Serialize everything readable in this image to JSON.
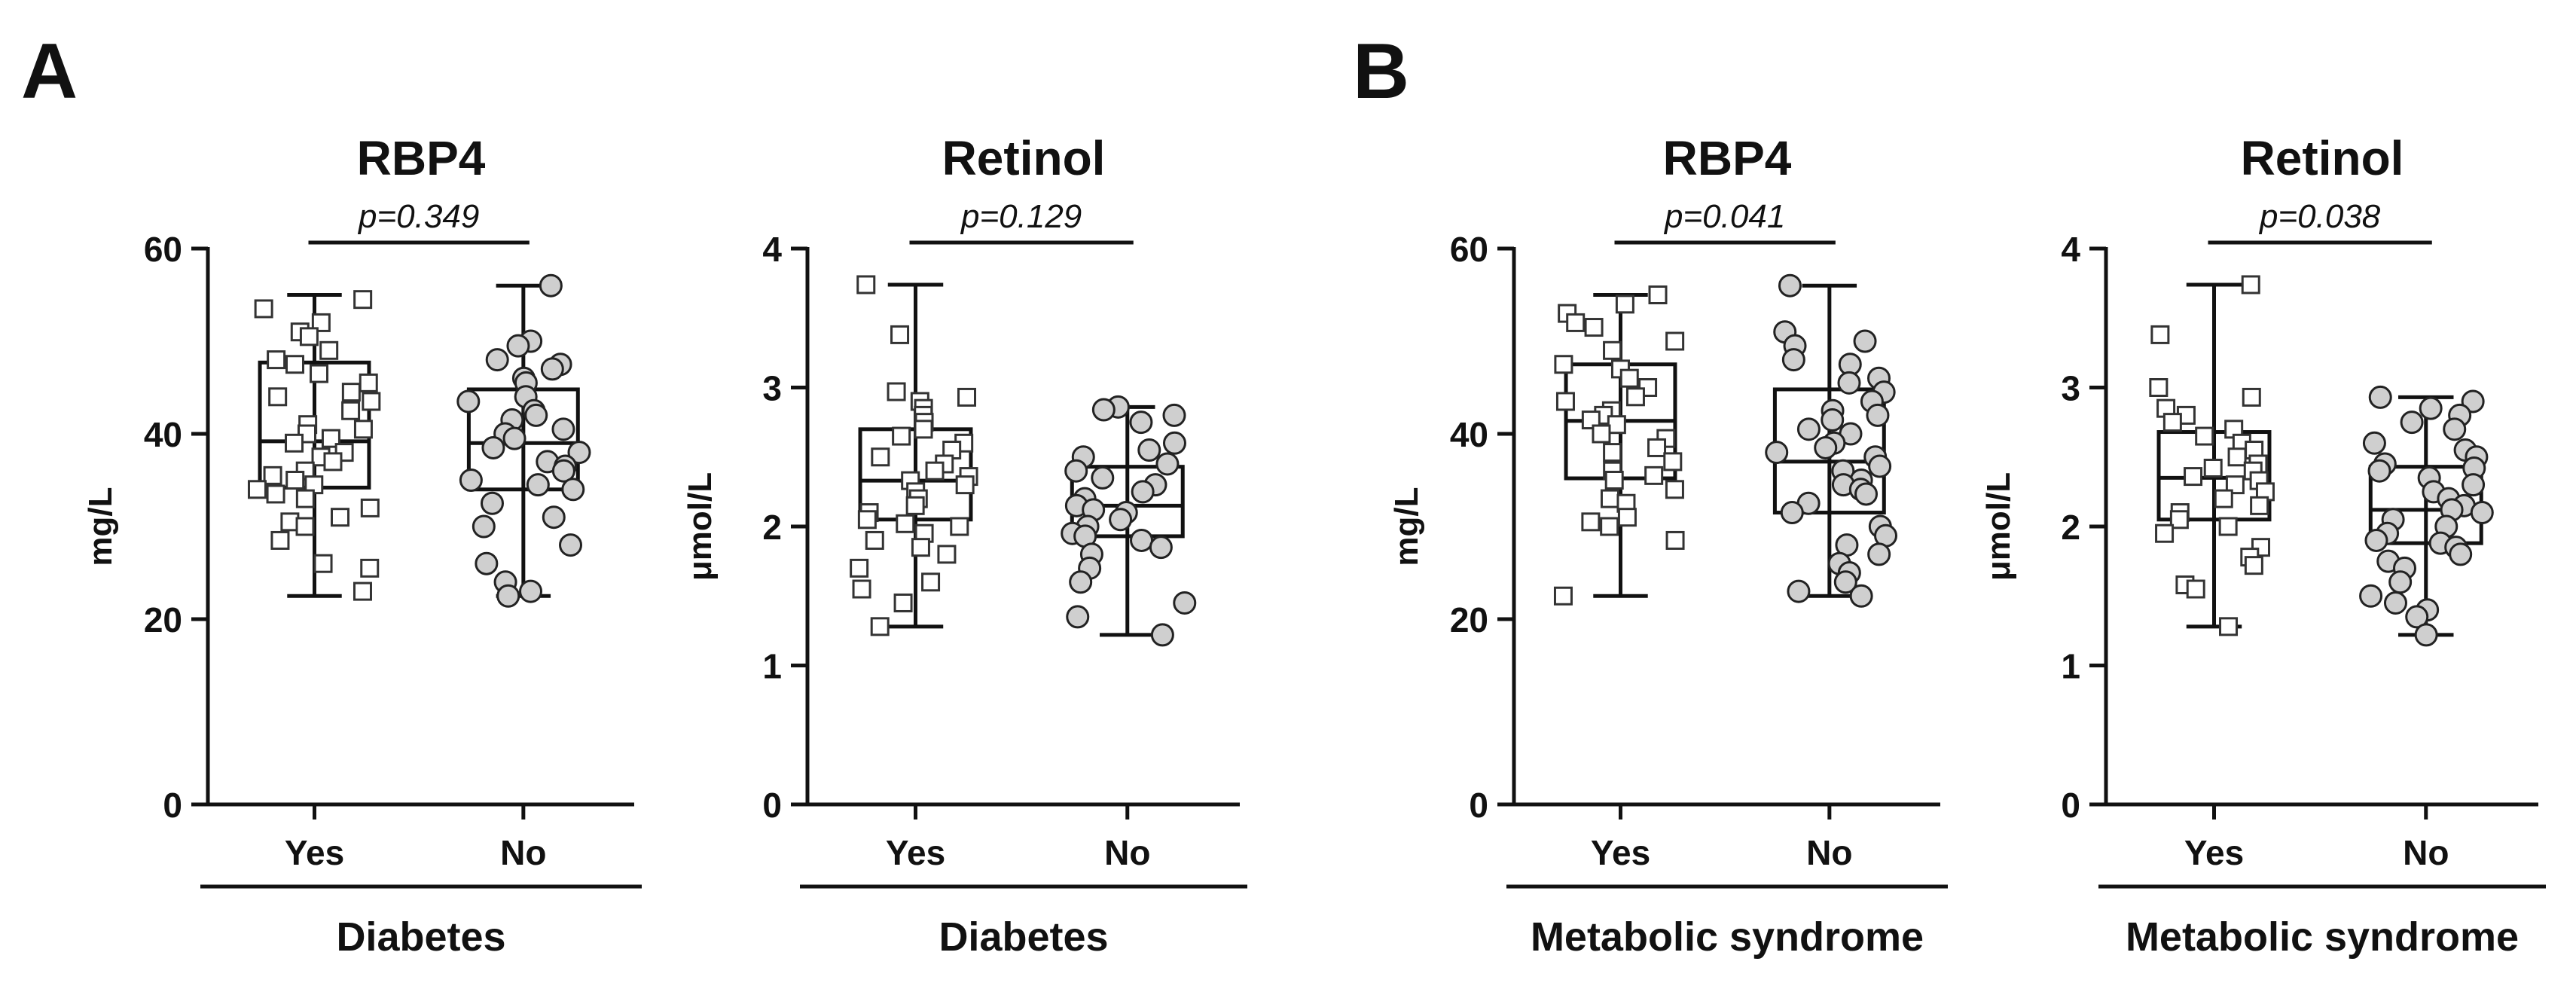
{
  "panels": [
    "A",
    "B"
  ],
  "chart_data": [
    {
      "type": "box",
      "panel": "A",
      "title": "RBP4",
      "ylabel": "mg/L",
      "xlabel": "Diabetes",
      "ylim": [
        0,
        60
      ],
      "yticks": [
        0,
        20,
        40,
        60
      ],
      "categories": [
        "Yes",
        "No"
      ],
      "p_value": "p=0.349",
      "boxes": [
        {
          "category": "Yes",
          "min": 22.5,
          "q1": 34.2,
          "median": 39.2,
          "q3": 47.7,
          "max": 55.0,
          "marker": "open-square",
          "points": [
            54.5,
            53.5,
            52.0,
            51.0,
            50.5,
            49.0,
            48.0,
            47.5,
            46.5,
            45.5,
            44.5,
            44.0,
            43.5,
            42.5,
            41.0,
            40.5,
            40.0,
            39.5,
            39.0,
            38.0,
            37.5,
            37.0,
            36.0,
            35.5,
            35.0,
            34.5,
            34.0,
            33.5,
            33.0,
            32.0,
            31.0,
            30.5,
            30.0,
            28.5,
            26.0,
            25.5,
            23.0
          ]
        },
        {
          "category": "No",
          "min": 22.5,
          "q1": 34.0,
          "median": 39.0,
          "q3": 44.8,
          "max": 56.0,
          "marker": "filled-circle",
          "points": [
            56.0,
            50.0,
            49.5,
            48.0,
            47.5,
            47.0,
            46.0,
            45.5,
            44.0,
            43.5,
            42.5,
            42.0,
            41.5,
            40.5,
            40.0,
            39.5,
            38.5,
            38.0,
            37.0,
            36.5,
            36.0,
            35.0,
            34.5,
            34.0,
            32.5,
            31.0,
            30.0,
            28.0,
            26.0,
            24.0,
            23.0,
            22.5
          ]
        }
      ]
    },
    {
      "type": "box",
      "panel": "A",
      "title": "Retinol",
      "ylabel": "μmol/L",
      "xlabel": "Diabetes",
      "ylim": [
        0,
        4
      ],
      "yticks": [
        0,
        1,
        2,
        3,
        4
      ],
      "categories": [
        "Yes",
        "No"
      ],
      "p_value": "p=0.129",
      "boxes": [
        {
          "category": "Yes",
          "min": 1.28,
          "q1": 2.05,
          "median": 2.33,
          "q3": 2.7,
          "max": 3.74,
          "marker": "open-square",
          "points": [
            3.74,
            3.38,
            2.97,
            2.93,
            2.9,
            2.85,
            2.8,
            2.75,
            2.7,
            2.65,
            2.6,
            2.55,
            2.5,
            2.45,
            2.4,
            2.36,
            2.33,
            2.3,
            2.25,
            2.2,
            2.15,
            2.1,
            2.05,
            2.02,
            2.0,
            1.95,
            1.9,
            1.85,
            1.8,
            1.7,
            1.6,
            1.55,
            1.45,
            1.28
          ]
        },
        {
          "category": "No",
          "min": 1.22,
          "q1": 1.93,
          "median": 2.15,
          "q3": 2.43,
          "max": 2.86,
          "marker": "filled-circle",
          "points": [
            2.86,
            2.84,
            2.8,
            2.75,
            2.6,
            2.55,
            2.5,
            2.45,
            2.4,
            2.35,
            2.3,
            2.25,
            2.2,
            2.15,
            2.12,
            2.1,
            2.05,
            2.0,
            1.95,
            1.93,
            1.9,
            1.85,
            1.8,
            1.7,
            1.6,
            1.45,
            1.35,
            1.22
          ]
        }
      ]
    },
    {
      "type": "box",
      "panel": "B",
      "title": "RBP4",
      "ylabel": "mg/L",
      "xlabel": "Metabolic syndrome",
      "ylim": [
        0,
        60
      ],
      "yticks": [
        0,
        20,
        40,
        60
      ],
      "categories": [
        "Yes",
        "No"
      ],
      "p_value": "p=0.041",
      "boxes": [
        {
          "category": "Yes",
          "min": 22.5,
          "q1": 35.2,
          "median": 41.4,
          "q3": 47.5,
          "max": 55.0,
          "marker": "open-square",
          "points": [
            55.0,
            54.0,
            53.0,
            52.0,
            51.5,
            50.0,
            49.0,
            47.5,
            47.0,
            46.0,
            45.0,
            44.0,
            43.5,
            42.5,
            42.0,
            41.5,
            41.0,
            40.0,
            39.5,
            38.5,
            38.0,
            37.0,
            36.0,
            35.5,
            35.0,
            34.0,
            33.0,
            32.5,
            31.0,
            30.5,
            30.0,
            28.5,
            22.5
          ]
        },
        {
          "category": "No",
          "min": 22.5,
          "q1": 31.5,
          "median": 37.0,
          "q3": 44.8,
          "max": 56.0,
          "marker": "filled-circle",
          "points": [
            56.0,
            51.0,
            50.0,
            49.5,
            48.0,
            47.5,
            46.0,
            45.5,
            44.5,
            43.5,
            42.5,
            42.0,
            41.5,
            40.5,
            40.0,
            39.0,
            38.5,
            38.0,
            37.5,
            36.5,
            36.0,
            35.0,
            34.5,
            34.0,
            33.5,
            32.5,
            31.5,
            30.0,
            29.0,
            28.0,
            27.0,
            26.0,
            25.0,
            24.0,
            23.0,
            22.5
          ]
        }
      ]
    },
    {
      "type": "box",
      "panel": "B",
      "title": "Retinol",
      "ylabel": "μmol/L",
      "xlabel": "Metabolic syndrome",
      "ylim": [
        0,
        4
      ],
      "yticks": [
        0,
        1,
        2,
        3,
        4
      ],
      "categories": [
        "Yes",
        "No"
      ],
      "p_value": "p=0.038",
      "boxes": [
        {
          "category": "Yes",
          "min": 1.28,
          "q1": 2.05,
          "median": 2.35,
          "q3": 2.68,
          "max": 3.74,
          "marker": "open-square",
          "points": [
            3.74,
            3.38,
            3.0,
            2.93,
            2.85,
            2.8,
            2.75,
            2.7,
            2.65,
            2.6,
            2.55,
            2.5,
            2.45,
            2.42,
            2.4,
            2.36,
            2.33,
            2.3,
            2.25,
            2.2,
            2.15,
            2.1,
            2.05,
            2.0,
            1.95,
            1.85,
            1.78,
            1.72,
            1.58,
            1.55,
            1.28
          ]
        },
        {
          "category": "No",
          "min": 1.22,
          "q1": 1.88,
          "median": 2.12,
          "q3": 2.43,
          "max": 2.93,
          "marker": "filled-circle",
          "points": [
            2.93,
            2.9,
            2.85,
            2.8,
            2.75,
            2.7,
            2.6,
            2.55,
            2.5,
            2.45,
            2.42,
            2.4,
            2.35,
            2.3,
            2.25,
            2.2,
            2.15,
            2.12,
            2.1,
            2.05,
            2.0,
            1.95,
            1.9,
            1.88,
            1.85,
            1.8,
            1.75,
            1.7,
            1.6,
            1.5,
            1.45,
            1.4,
            1.35,
            1.22
          ]
        }
      ]
    }
  ]
}
